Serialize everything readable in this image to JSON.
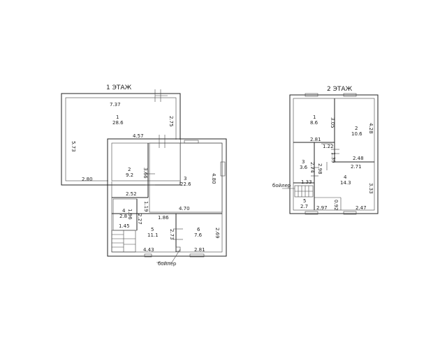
{
  "floor1": {
    "title": "1  ЭТАЖ",
    "rooms": [
      {
        "num": "1",
        "area": "28.6"
      },
      {
        "num": "2",
        "area": "9.2"
      },
      {
        "num": "3",
        "area": "22.6"
      },
      {
        "num": "4",
        "area": "2.8"
      },
      {
        "num": "5",
        "area": "11.1"
      },
      {
        "num": "6",
        "area": "7.6"
      }
    ],
    "dims": [
      "7.37",
      "5.73",
      "2.75",
      "2.80",
      "4.57",
      "3.66",
      "2.52",
      "4.80",
      "1.19",
      "4.70",
      "1.86",
      "1.96",
      "2.27",
      "1.45",
      "2.73",
      "2.69",
      "4.43",
      "2.81"
    ],
    "boiler": "бойлер"
  },
  "floor2": {
    "title": "2  ЭТАЖ",
    "rooms": [
      {
        "num": "1",
        "area": "8.6"
      },
      {
        "num": "2",
        "area": "10.6"
      },
      {
        "num": "3",
        "area": "3.6"
      },
      {
        "num": "4",
        "area": "14.3"
      },
      {
        "num": "5",
        "area": "2.7"
      }
    ],
    "dims": [
      "3.05",
      "4.28",
      "2.81",
      "1.22",
      "1.39",
      "2.48",
      "2.74",
      "2.98",
      "2.71",
      "3.33",
      "1.33",
      "0.92",
      "2.97",
      "2.47"
    ],
    "boiler": "бойлер"
  }
}
